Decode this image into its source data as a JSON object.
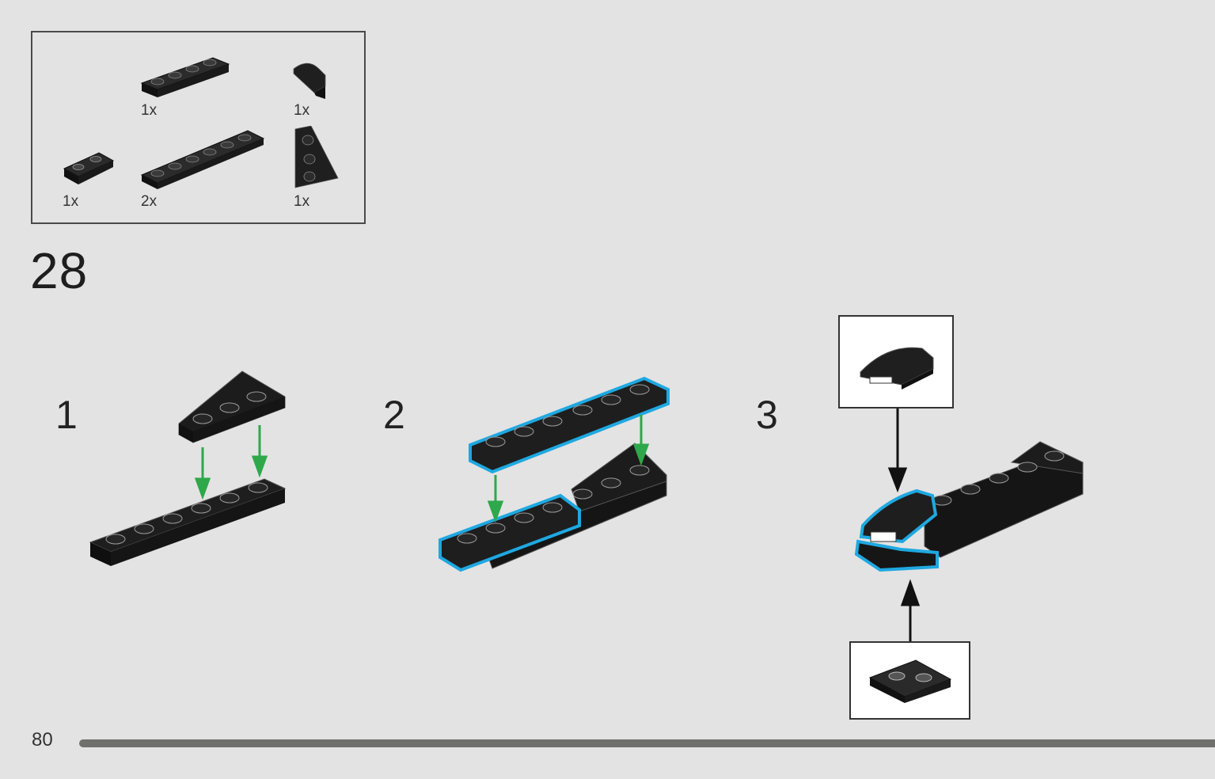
{
  "parts_list": {
    "items": [
      {
        "name": "plate-1x4",
        "qty": "1x"
      },
      {
        "name": "slope-curved-1x2",
        "qty": "1x"
      },
      {
        "name": "plate-modified-1x2-inverted",
        "qty": "1x"
      },
      {
        "name": "plate-1x6",
        "qty": "2x"
      },
      {
        "name": "wedge-plate-3x2",
        "qty": "1x"
      }
    ]
  },
  "step": {
    "number": "28",
    "substeps": [
      {
        "number": "1"
      },
      {
        "number": "2"
      },
      {
        "number": "3"
      }
    ]
  },
  "colors": {
    "background": "#e3e3e3",
    "brick": "#1b1b1b",
    "highlight": "#1fa8e0",
    "arrow_green": "#2ea84a"
  },
  "footer": {
    "page_number": "80"
  }
}
